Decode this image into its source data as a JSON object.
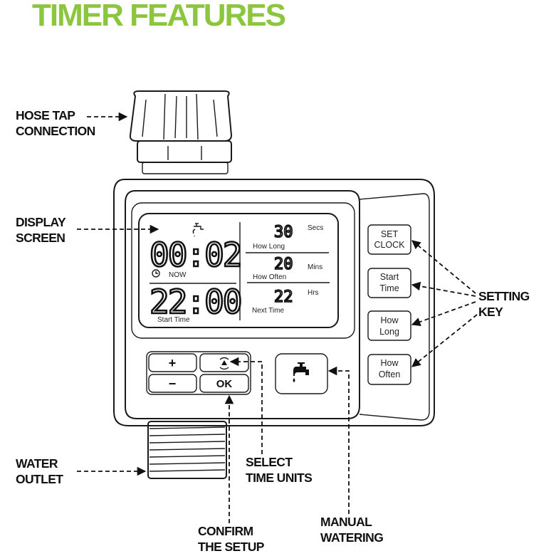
{
  "title": "TIMER FEATURES",
  "colors": {
    "title": "#8cc63f",
    "line": "#1a1a1a"
  },
  "callouts": {
    "hose_tap": [
      "HOSE TAP",
      "CONNECTION"
    ],
    "display": [
      "DISPLAY",
      "SCREEN"
    ],
    "water_outlet": [
      "WATER",
      "OUTLET"
    ],
    "select_units": [
      "SELECT",
      "TIME UNITS"
    ],
    "confirm": [
      "CONFIRM",
      "THE SETUP"
    ],
    "manual": [
      "MANUAL",
      "WATERING"
    ],
    "setting_key": [
      "SETTING",
      "KEY"
    ]
  },
  "display": {
    "now_time": "00:02",
    "now_label": "NOW",
    "start_time": "22:00",
    "start_label": "Start Time",
    "how_long_value": "30",
    "how_long_unit": "Secs",
    "how_long_label": "How Long",
    "how_often_value": "20",
    "how_often_unit": "Mins",
    "how_often_label": "How Often",
    "next_time_value": "22",
    "next_time_unit": "Hrs",
    "next_time_label": "Next Time"
  },
  "buttons": {
    "plus": "+",
    "minus": "−",
    "ok": "OK",
    "icons": {
      "cycle": "cycle-icon",
      "tap": "faucet-icon",
      "clock": "clock-icon"
    }
  },
  "setting_keys": [
    [
      "SET",
      "CLOCK"
    ],
    [
      "Start",
      "Time"
    ],
    [
      "How",
      "Long"
    ],
    [
      "How",
      "Often"
    ]
  ]
}
